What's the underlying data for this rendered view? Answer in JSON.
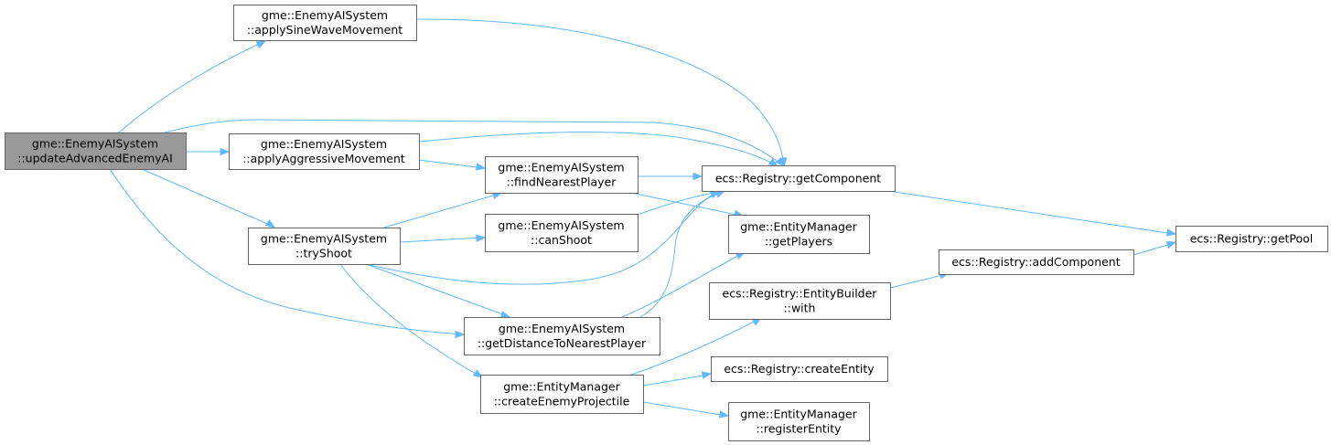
{
  "diagram": {
    "type": "call-graph",
    "edge_color": "#63b8ff",
    "root_fill": "#999999",
    "node_border": "#666666",
    "nodes": {
      "updateAdvancedEnemyAI": {
        "lines": [
          "gme::EnemyAISystem",
          "::updateAdvancedEnemyAI"
        ],
        "root": true
      },
      "applySineWaveMovement": {
        "lines": [
          "gme::EnemyAISystem",
          "::applySineWaveMovement"
        ]
      },
      "applyAggressiveMovement": {
        "lines": [
          "gme::EnemyAISystem",
          "::applyAggressiveMovement"
        ]
      },
      "tryShoot": {
        "lines": [
          "gme::EnemyAISystem",
          "::tryShoot"
        ]
      },
      "findNearestPlayer": {
        "lines": [
          "gme::EnemyAISystem",
          "::findNearestPlayer"
        ]
      },
      "canShoot": {
        "lines": [
          "gme::EnemyAISystem",
          "::canShoot"
        ]
      },
      "getDistanceToNearestPlayer": {
        "lines": [
          "gme::EnemyAISystem",
          "::getDistanceToNearestPlayer"
        ]
      },
      "createEnemyProjectile": {
        "lines": [
          "gme::EntityManager",
          "::createEnemyProjectile"
        ]
      },
      "getComponent": {
        "lines": [
          "ecs::Registry::getComponent"
        ]
      },
      "getPlayers": {
        "lines": [
          "gme::EntityManager",
          "::getPlayers"
        ]
      },
      "entityBuilderWith": {
        "lines": [
          "ecs::Registry::EntityBuilder",
          "::with"
        ]
      },
      "createEntity": {
        "lines": [
          "ecs::Registry::createEntity"
        ]
      },
      "registerEntity": {
        "lines": [
          "gme::EntityManager",
          "::registerEntity"
        ]
      },
      "addComponent": {
        "lines": [
          "ecs::Registry::addComponent"
        ]
      },
      "getPool": {
        "lines": [
          "ecs::Registry::getPool"
        ]
      }
    },
    "edges": [
      [
        "updateAdvancedEnemyAI",
        "applySineWaveMovement"
      ],
      [
        "updateAdvancedEnemyAI",
        "getComponent"
      ],
      [
        "updateAdvancedEnemyAI",
        "applyAggressiveMovement"
      ],
      [
        "updateAdvancedEnemyAI",
        "tryShoot"
      ],
      [
        "updateAdvancedEnemyAI",
        "getDistanceToNearestPlayer"
      ],
      [
        "applySineWaveMovement",
        "getComponent"
      ],
      [
        "applyAggressiveMovement",
        "getComponent"
      ],
      [
        "applyAggressiveMovement",
        "findNearestPlayer"
      ],
      [
        "tryShoot",
        "findNearestPlayer"
      ],
      [
        "tryShoot",
        "canShoot"
      ],
      [
        "tryShoot",
        "getComponent"
      ],
      [
        "tryShoot",
        "getDistanceToNearestPlayer"
      ],
      [
        "tryShoot",
        "createEnemyProjectile"
      ],
      [
        "findNearestPlayer",
        "getComponent"
      ],
      [
        "findNearestPlayer",
        "getPlayers"
      ],
      [
        "canShoot",
        "getComponent"
      ],
      [
        "getDistanceToNearestPlayer",
        "getComponent"
      ],
      [
        "getDistanceToNearestPlayer",
        "getPlayers"
      ],
      [
        "createEnemyProjectile",
        "entityBuilderWith"
      ],
      [
        "createEnemyProjectile",
        "createEntity"
      ],
      [
        "createEnemyProjectile",
        "registerEntity"
      ],
      [
        "getComponent",
        "getPool"
      ],
      [
        "entityBuilderWith",
        "addComponent"
      ],
      [
        "addComponent",
        "getPool"
      ]
    ]
  }
}
